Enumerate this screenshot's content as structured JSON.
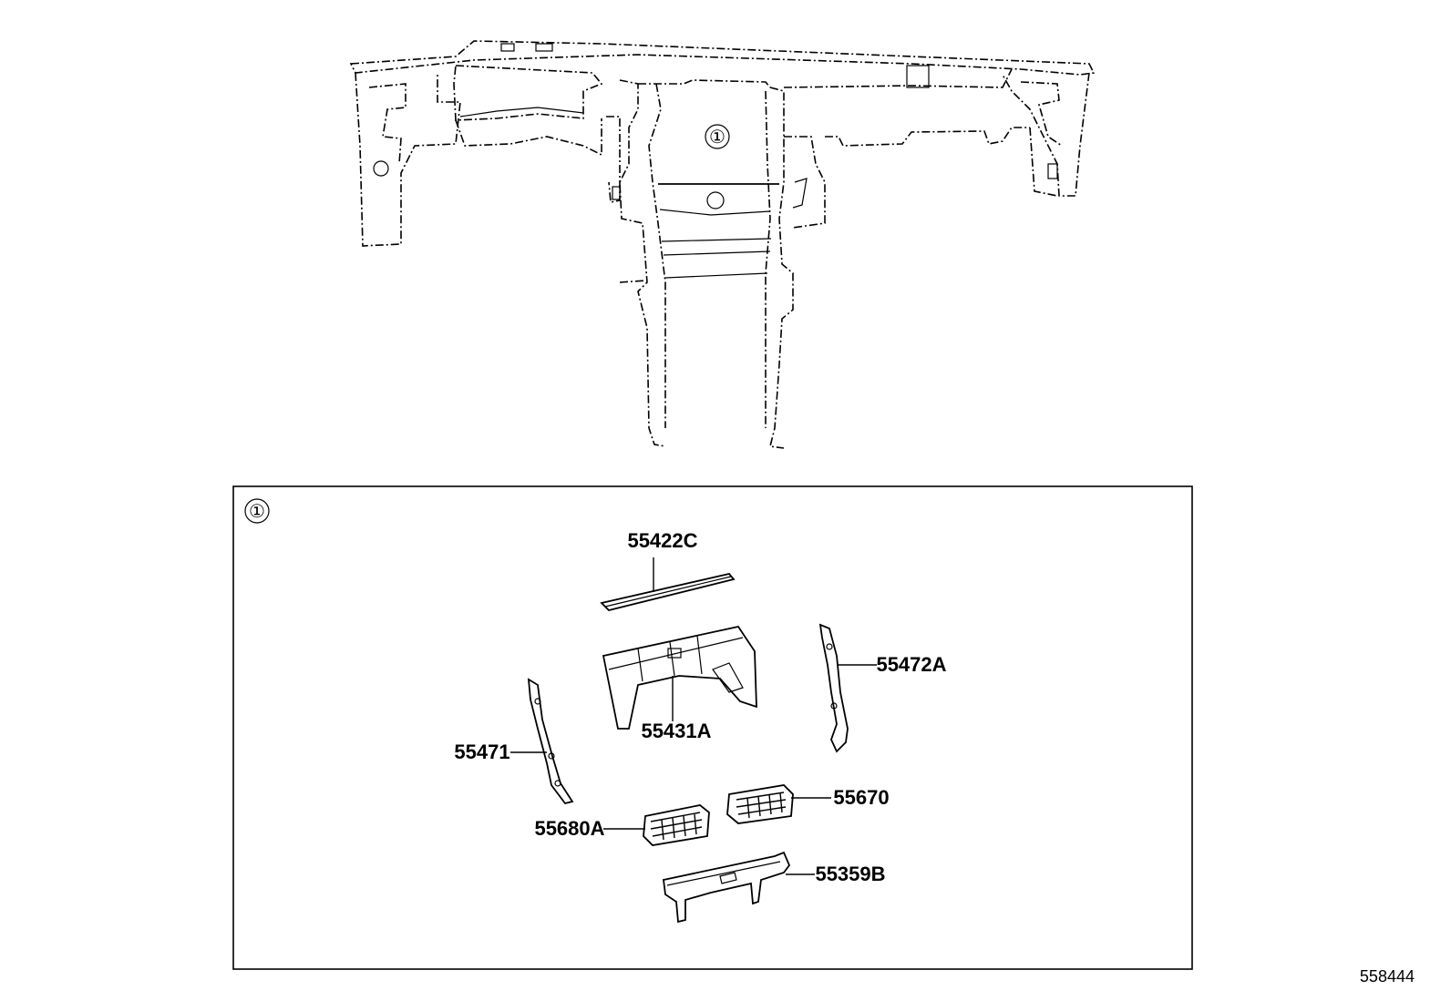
{
  "overview": {
    "callout_marker": "①"
  },
  "detail_box": {
    "callout_marker": "①",
    "parts": [
      {
        "id": "55422C"
      },
      {
        "id": "55472A"
      },
      {
        "id": "55431A"
      },
      {
        "id": "55471"
      },
      {
        "id": "55670"
      },
      {
        "id": "55680A"
      },
      {
        "id": "55359B"
      }
    ]
  },
  "illustration_number": "558444"
}
